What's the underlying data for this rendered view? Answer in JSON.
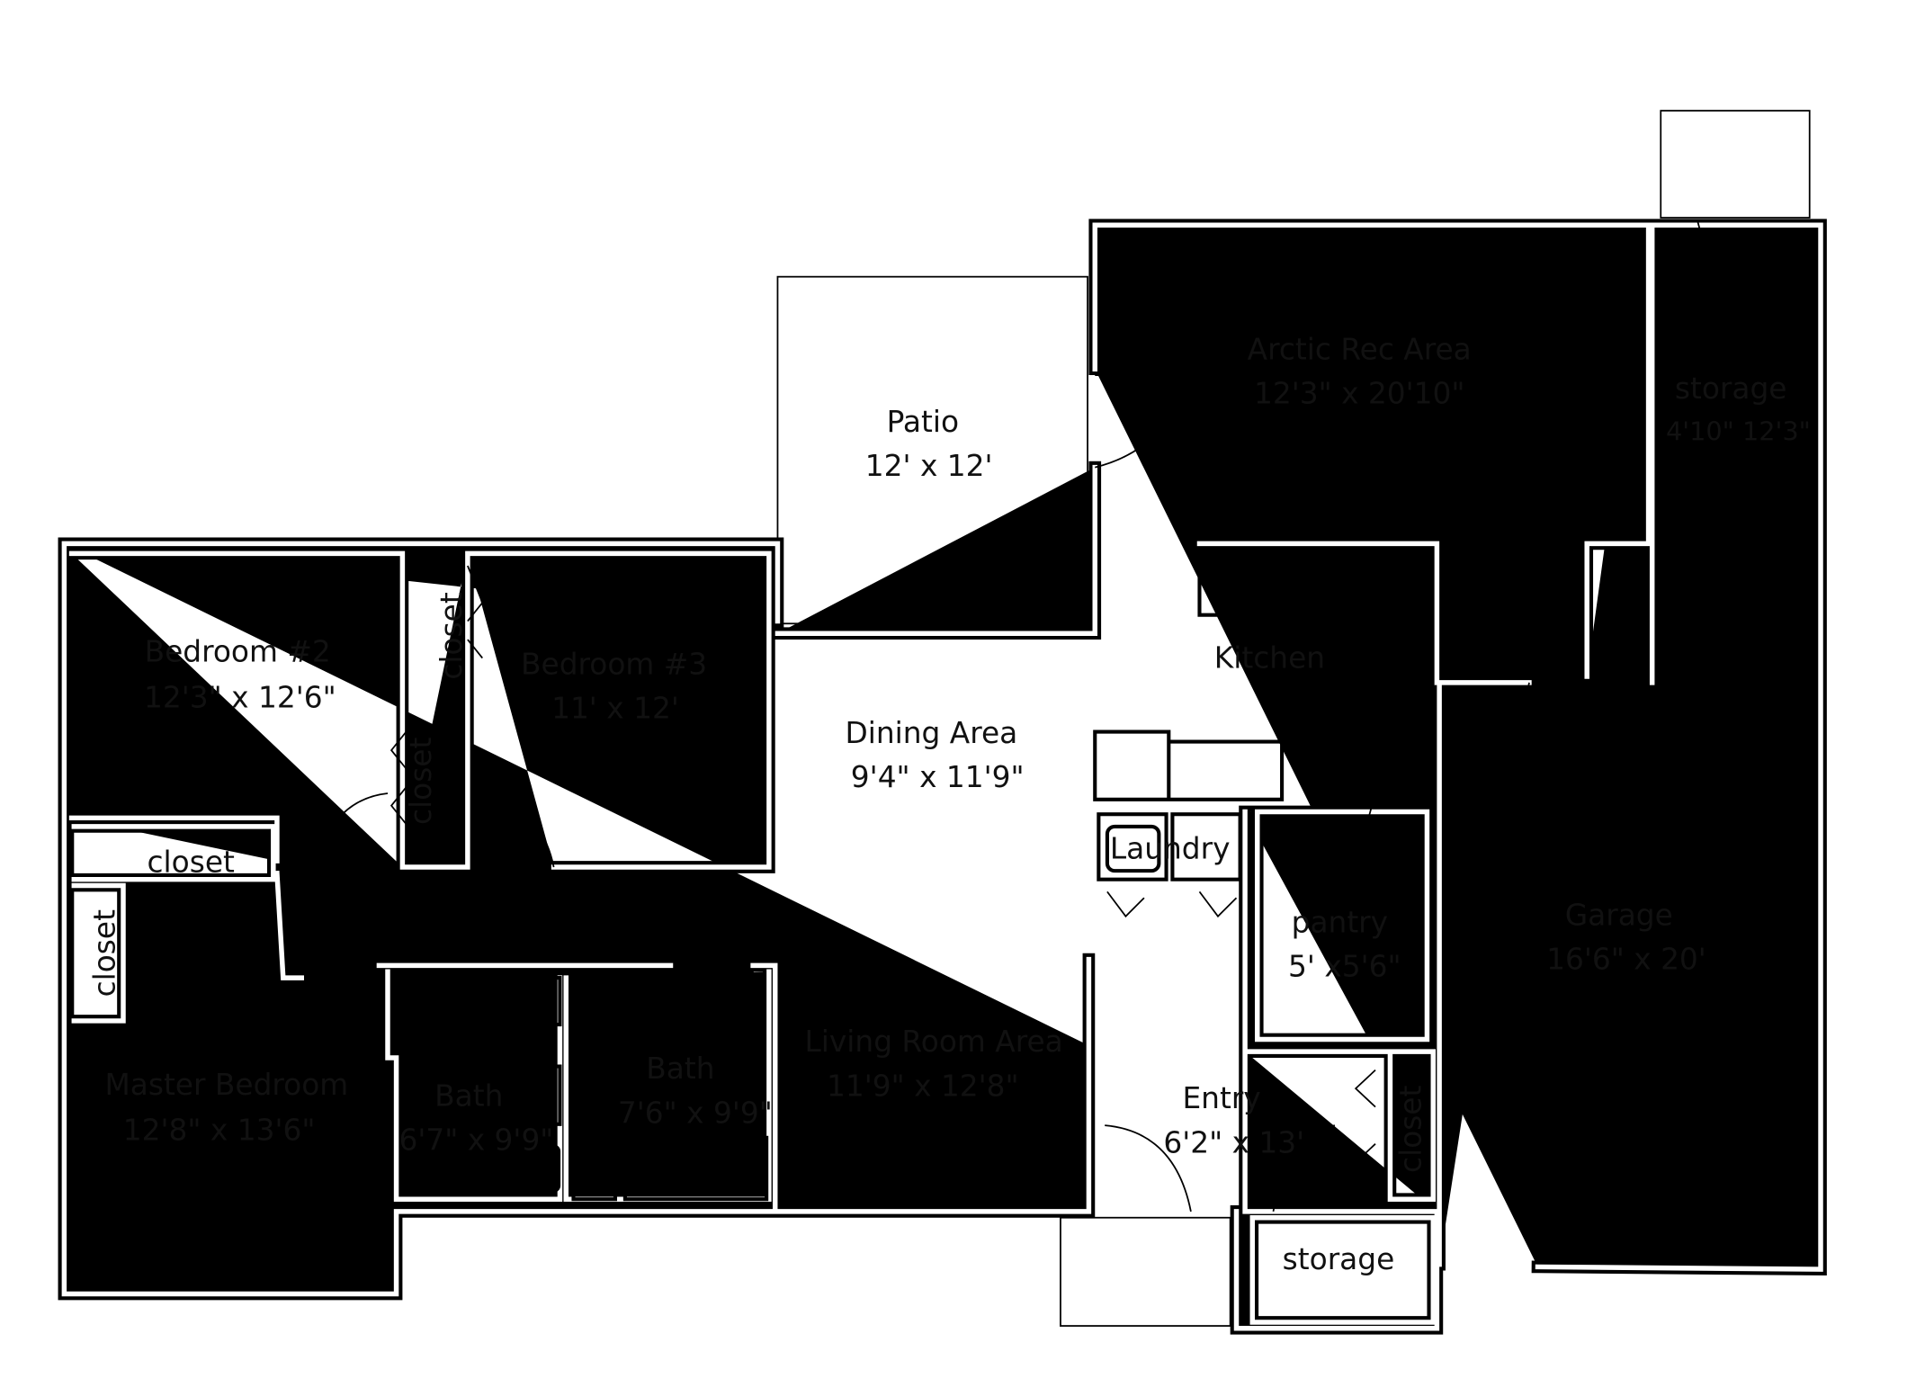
{
  "rooms": {
    "arctic_rec": {
      "name": "Arctic Rec Area",
      "size": "12'3\" x 20'10\""
    },
    "storage_north": {
      "name": "storage",
      "size": "4'10\" 12'3\""
    },
    "patio": {
      "name": "Patio",
      "size": "12' x 12'"
    },
    "bedroom2": {
      "name": "Bedroom #2",
      "size": "12'3\" x 12'6\""
    },
    "bedroom3": {
      "name": "Bedroom #3",
      "size": "11' x 12'"
    },
    "kitchen": {
      "name": "Kitchen"
    },
    "dining": {
      "name": "Dining Area",
      "size": "9'4\" x 11'9\""
    },
    "laundry": {
      "name": "Laundry"
    },
    "pantry": {
      "name": "pantry",
      "size": "5' x5'6\""
    },
    "garage": {
      "name": "Garage",
      "size": "16'6\" x 20'"
    },
    "living": {
      "name": "Living Room Area",
      "size": "11'9\" x 12'8\""
    },
    "master": {
      "name": "Master Bedroom",
      "size": "12'8\" x 13'6\""
    },
    "master_bath": {
      "name": "Bath",
      "size": "6'7\" x 9'9\""
    },
    "hall_bath": {
      "name": "Bath",
      "size": "7'6\" x 9'9\""
    },
    "entry": {
      "name": "Entry",
      "size": "6'2\" x 13'"
    },
    "storage_south": {
      "name": "storage"
    }
  },
  "closets": [
    "closet",
    "closet",
    "closet",
    "closet",
    "closet"
  ]
}
